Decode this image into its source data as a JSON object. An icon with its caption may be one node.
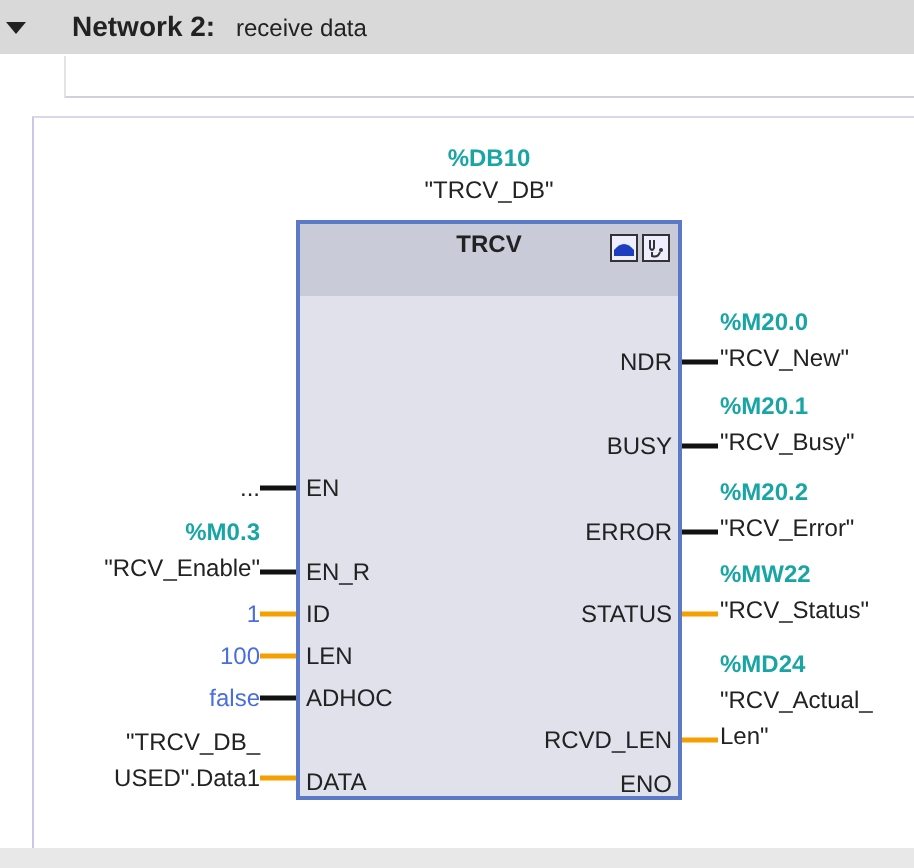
{
  "diagram": {
    "title": "Network 2:",
    "nodes": [
      {
        "text": [
          "TRCV"
        ],
        "beside": [
          "%DB10",
          "\"TRCV_DB\""
        ]
      },
      {
        "text": [
          "EN"
        ],
        "in": 0
      },
      {
        "text": [
          "EN_R"
        ],
        "in": 0
      },
      {
        "text": [
          "ID"
        ],
        "in": 0
      },
      {
        "text": [
          "LEN"
        ],
        "in": 0
      },
      {
        "text": [
          "ADHOC"
        ],
        "in": 0
      },
      {
        "text": [
          "DATA"
        ],
        "in": 0
      },
      {
        "text": [
          "NDR"
        ],
        "in": 0
      },
      {
        "text": [
          "BUSY"
        ],
        "in": 0
      },
      {
        "text": [
          "ERROR"
        ],
        "in": 0
      },
      {
        "text": [
          "STATUS"
        ],
        "in": 0
      },
      {
        "text": [
          "RCVD_LEN"
        ],
        "in": 0
      },
      {
        "text": [
          "ENO"
        ],
        "in": 0
      },
      {
        "text": [
          "..."
        ]
      },
      {
        "text": [
          "%M0.3",
          "\"RCV_Enable\""
        ]
      },
      {
        "text": [
          "1"
        ]
      },
      {
        "text": [
          "100"
        ]
      },
      {
        "text": [
          "false"
        ]
      },
      {
        "text": [
          "\"TRCV_DB_ USED\".Data1"
        ]
      },
      {
        "text": [
          "%M20.0",
          "\"RCV_New\""
        ]
      },
      {
        "text": [
          "%M20.1",
          "\"RCV_Busy\""
        ]
      },
      {
        "text": [
          "%M20.2",
          "\"RCV_Error\""
        ]
      },
      {
        "text": [
          "%MW22",
          "\"RCV_Status\""
        ]
      },
      {
        "text": [
          "%MD24",
          "\"RCV_Actual_ Len\""
        ]
      }
    ],
    "edges": [
      {
        "from": 13,
        "to": 1,
        "arrow": "none"
      },
      {
        "from": 14,
        "to": 2,
        "arrow": "none"
      },
      {
        "from": 15,
        "to": 3,
        "arrow": "none",
        "color": "#f5a000"
      },
      {
        "from": 16,
        "to": 4,
        "arrow": "none",
        "color": "#f5a000"
      },
      {
        "from": 17,
        "to": 5,
        "arrow": "none"
      },
      {
        "from": 18,
        "to": 6,
        "arrow": "none",
        "color": "#f5a000"
      },
      {
        "from": 7,
        "to": 19,
        "arrow": "none"
      },
      {
        "from": 8,
        "to": 20,
        "arrow": "none"
      },
      {
        "from": 9,
        "to": 21,
        "arrow": "none"
      },
      {
        "from": 10,
        "to": 22,
        "arrow": "none",
        "color": "#f5a000"
      },
      {
        "from": 11,
        "to": 23,
        "arrow": "none",
        "color": "#f5a000"
      }
    ],
    "labels": [
      "receive data"
    ]
  }
}
